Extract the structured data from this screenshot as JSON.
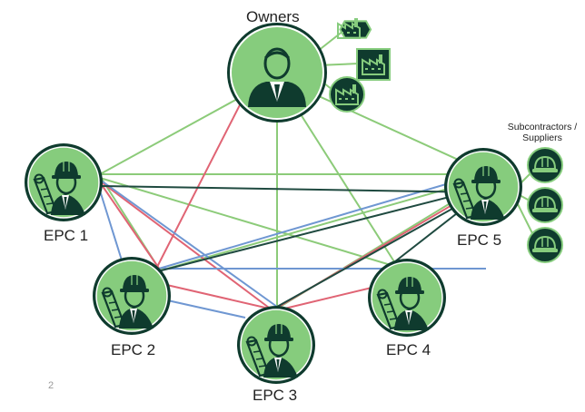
{
  "labels": {
    "owners": "Owners",
    "epc1": "EPC 1",
    "epc2": "EPC 2",
    "epc3": "EPC 3",
    "epc4": "EPC 4",
    "epc5": "EPC 5",
    "subcontractors_line1": "Subcontractors /",
    "subcontractors_line2": "Suppliers",
    "page_number": "2"
  },
  "colors": {
    "node_fill": "#86cc7d",
    "node_ring": "#0f3b2e",
    "icon_dark": "#0f3b2e",
    "line_green": "#8ccb79",
    "line_red": "#e06474",
    "line_blue": "#6f97d2",
    "line_dark": "#1f4a40"
  },
  "icons": {
    "owners": "businessman-icon",
    "epc": "engineer-with-blueprint-icon",
    "factories": "factory-icon",
    "subcontractors": "hard-hat-icon"
  }
}
